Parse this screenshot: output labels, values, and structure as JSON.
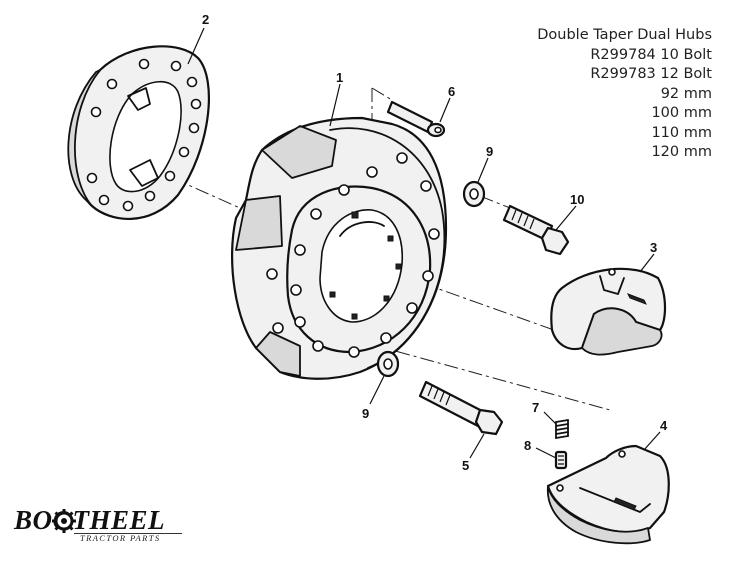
{
  "spec": {
    "lines": [
      "Double Taper Dual Hubs",
      "R299784 10 Bolt",
      "R299783 12 Bolt",
      "92 mm",
      "100 mm",
      "110 mm",
      "120 mm"
    ]
  },
  "callouts": {
    "c1": "1",
    "c2": "2",
    "c3": "3",
    "c4": "4",
    "c5": "5",
    "c6": "6",
    "c7": "7",
    "c8": "8",
    "c9a": "9",
    "c9b": "9",
    "c10": "10"
  },
  "logo": {
    "word": "BOOTHEEL",
    "sub": "TRACTOR PARTS",
    "mark": "gear-icon"
  }
}
